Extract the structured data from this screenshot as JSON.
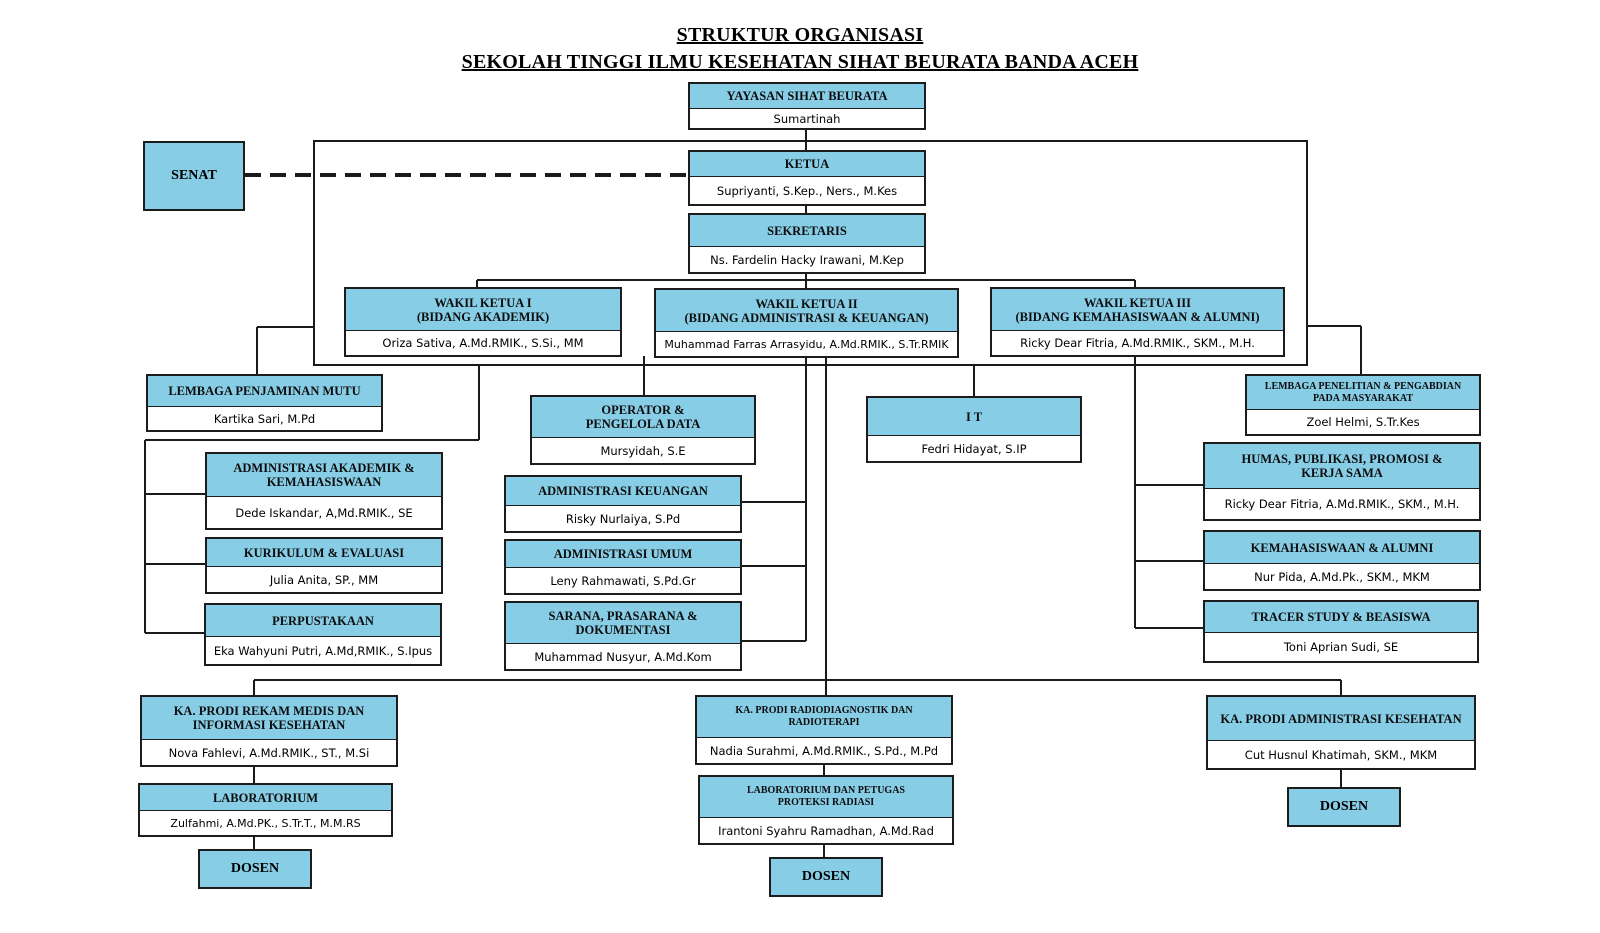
{
  "title_line1": "STRUKTUR ORGANISASI",
  "title_line2": "SEKOLAH TINGGI ILMU KESEHATAN SIHAT BEURATA BANDA ACEH",
  "senat": "SENAT",
  "units": {
    "yayasan": {
      "title": "YAYASAN SIHAT BEURATA",
      "name": "Sumartinah"
    },
    "ketua": {
      "title": "KETUA",
      "name": "Supriyanti, S.Kep., Ners., M.Kes"
    },
    "sekretaris": {
      "title": "SEKRETARIS",
      "name": "Ns. Fardelin Hacky Irawani, M.Kep"
    },
    "wakil1": {
      "title": "WAKIL KETUA I\n(BIDANG AKADEMIK)",
      "name": "Oriza Sativa, A.Md.RMIK., S.Si., MM"
    },
    "wakil2": {
      "title": "WAKIL KETUA II\n(BIDANG ADMINISTRASI & KEUANGAN)",
      "name": "Muhammad Farras Arrasyidu, A.Md.RMIK., S.Tr.RMIK"
    },
    "wakil3": {
      "title": "WAKIL KETUA III\n(BIDANG KEMAHASISWAAN & ALUMNI)",
      "name": "Ricky Dear Fitria, A.Md.RMIK., SKM., M.H."
    },
    "lpm": {
      "title": "LEMBAGA PENJAMINAN MUTU",
      "name": "Kartika Sari, M.Pd"
    },
    "operator": {
      "title": "OPERATOR &\nPENGELOLA DATA",
      "name": "Mursyidah, S.E"
    },
    "it": {
      "title": "I T",
      "name": "Fedri Hidayat, S.IP"
    },
    "lppm": {
      "title": "LEMBAGA PENELITIAN & PENGABDIAN\nPADA MASYARAKAT",
      "name": "Zoel Helmi, S.Tr.Kes"
    },
    "admakad": {
      "title": "ADMINISTRASI AKADEMIK &\nKEMAHASISWAAN",
      "name": "Dede Iskandar, A,Md.RMIK., SE"
    },
    "kurikulum": {
      "title": "KURIKULUM & EVALUASI",
      "name": "Julia Anita, SP., MM"
    },
    "perpus": {
      "title": "PERPUSTAKAAN",
      "name": "Eka Wahyuni Putri, A.Md,RMIK., S.Ipus"
    },
    "admkeu": {
      "title": "ADMINISTRASI KEUANGAN",
      "name": "Risky Nurlaiya, S.Pd"
    },
    "admumum": {
      "title": "ADMINISTRASI UMUM",
      "name": "Leny Rahmawati, S.Pd.Gr"
    },
    "sarana": {
      "title": "SARANA, PRASARANA &\nDOKUMENTASI",
      "name": "Muhammad Nusyur, A.Md.Kom"
    },
    "humas": {
      "title": "HUMAS, PUBLIKASI, PROMOSI &\nKERJA SAMA",
      "name": "Ricky Dear Fitria, A.Md.RMIK., SKM., M.H."
    },
    "kemahasiswaan": {
      "title": "KEMAHASISWAAN & ALUMNI",
      "name": "Nur Pida, A.Md.Pk., SKM., MKM"
    },
    "tracer": {
      "title": "TRACER STUDY & BEASISWA",
      "name": "Toni Aprian Sudi, SE"
    },
    "prodi_rmik": {
      "title": "KA. PRODI REKAM MEDIS DAN\nINFORMASI KESEHATAN",
      "name": "Nova Fahlevi, A.Md.RMIK., ST., M.Si"
    },
    "prodi_radio": {
      "title": "KA. PRODI RADIODIAGNOSTIK DAN\nRADIOTERAPI",
      "name": "Nadia Surahmi, A.Md.RMIK., S.Pd., M.Pd"
    },
    "prodi_adkes": {
      "title": "KA. PRODI ADMINISTRASI KESEHATAN",
      "name": "Cut Husnul Khatimah, SKM., MKM"
    },
    "lab1": {
      "title": "LABORATORIUM",
      "name": "Zulfahmi, A.Md.PK., S.Tr.T., M.M.RS"
    },
    "lab2": {
      "title": "LABORATORIUM  DAN PETUGAS\nPROTEKSI RADIASI",
      "name": "Irantoni Syahru Ramadhan, A.Md.Rad"
    }
  },
  "dosen": "DOSEN"
}
